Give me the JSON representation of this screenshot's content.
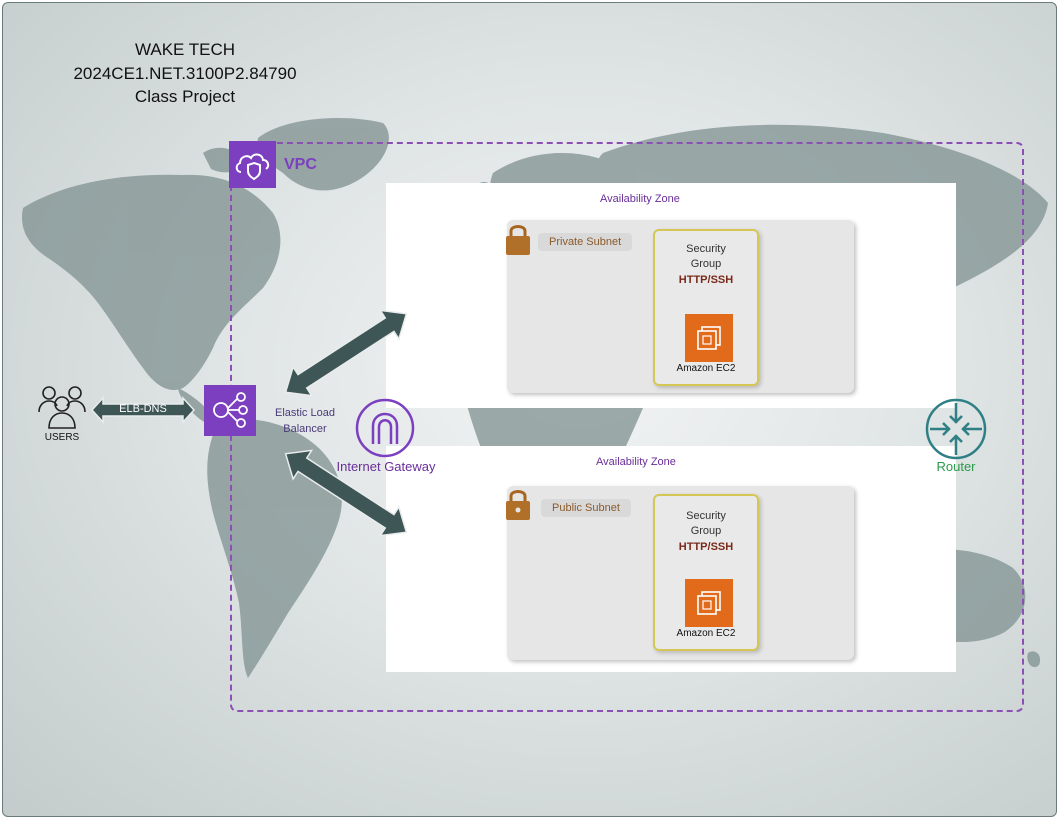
{
  "header": {
    "line1": "WAKE TECH",
    "line2": "2024CE1.NET.3100P2.84790",
    "line3": "Class Project"
  },
  "vpc": {
    "label": "VPC"
  },
  "zones": [
    {
      "label": "Availability Zone",
      "subnet_label": "Private Subnet",
      "sg_line1": "Security",
      "sg_line2": "Group",
      "sg_protocols": "HTTP/SSH",
      "instance_label": "Amazon EC2"
    },
    {
      "label": "Availability Zone",
      "subnet_label": "Public Subnet",
      "sg_line1": "Security",
      "sg_line2": "Group",
      "sg_protocols": "HTTP/SSH",
      "instance_label": "Amazon EC2"
    }
  ],
  "users": {
    "label": "USERS",
    "connection_label": "ELB-DNS"
  },
  "load_balancer": {
    "line1": "Elastic Load",
    "line2": "Balancer"
  },
  "internet_gateway": {
    "label": "Internet Gateway"
  },
  "router": {
    "label": "Router"
  },
  "colors": {
    "vpc_purple": "#8c4fb3",
    "ec2_orange": "#e26a1b",
    "router_teal": "#2f7f86",
    "router_label_green": "#2a9a4a",
    "sg_border": "#d6c655",
    "arrow_dark": "#3f5656"
  },
  "icons": [
    "vpc-cloud-shield-icon",
    "lock-icon",
    "ec2-chip-icon",
    "users-icon",
    "elb-icon",
    "internet-gateway-icon",
    "router-icon"
  ]
}
